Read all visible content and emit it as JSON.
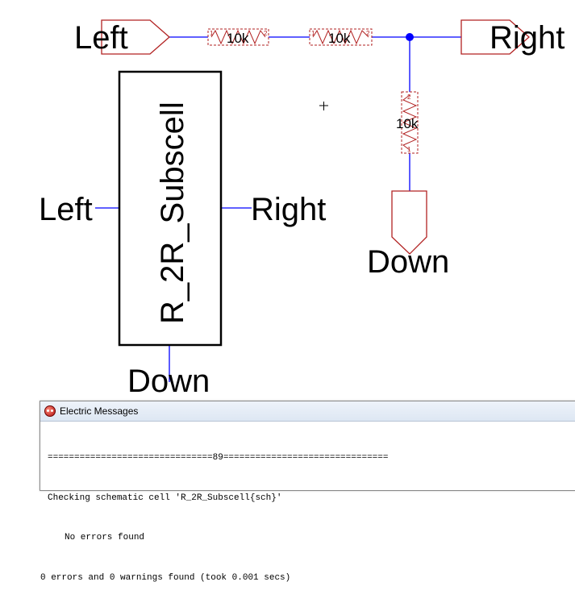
{
  "schematic": {
    "top_left_port": "Left",
    "top_right_port": "Right",
    "bottom_port": "Down",
    "resistors": [
      {
        "value": "10k",
        "pin1": "1",
        "pin2": "2"
      },
      {
        "value": "10k",
        "pin1": "1",
        "pin2": "2"
      },
      {
        "value": "10k",
        "pin1": "1",
        "pin2": "2"
      }
    ],
    "icon": {
      "name": "R_2R_Subscell",
      "left_port": "Left",
      "right_port": "Right",
      "down_port": "Down"
    },
    "colors": {
      "wire": "#0000ff",
      "component": "#b22222",
      "node_dot": "#0000ff",
      "text": "#000000"
    }
  },
  "messages": {
    "title": "Electric Messages",
    "app_icon": "electric-app-icon",
    "lines": [
      "===============================89===============================",
      "Checking schematic cell 'R_2R_Subscell{sch}'",
      "No errors found",
      "0 errors and 0 warnings found (took 0.001 secs)"
    ]
  }
}
